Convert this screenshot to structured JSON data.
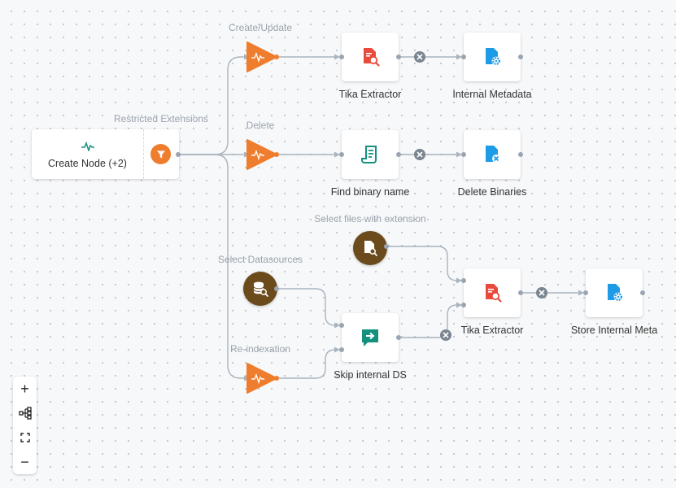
{
  "nodes": {
    "start": {
      "label": "Create Node (+2)",
      "icon": "activity-icon",
      "filter_icon": "filter-icon",
      "accent": "#ef7d2e"
    },
    "tika1": {
      "label": "Tika Extractor",
      "icon": "document-search-icon",
      "color": "#e84a3c"
    },
    "internal_metadata": {
      "label": "Internal Metadata",
      "icon": "document-gear-icon",
      "color": "#1e9be6"
    },
    "find_binary": {
      "label": "Find binary name",
      "icon": "scroll-icon",
      "color": "#14907e"
    },
    "delete_binaries": {
      "label": "Delete Binaries",
      "icon": "document-delete-icon",
      "color": "#1e9be6"
    },
    "skip_internal": {
      "label": "Skip internal DS",
      "icon": "skip-icon",
      "color": "#14907e"
    },
    "tika2": {
      "label": "Tika Extractor",
      "icon": "document-search-icon",
      "color": "#e84a3c"
    },
    "store_internal": {
      "label": "Store Internal Meta",
      "icon": "document-gear-icon",
      "color": "#1e9be6"
    },
    "select_files": {
      "icon": "file-search-icon",
      "color": "#6b4a1c"
    },
    "select_datasources": {
      "icon": "database-search-icon",
      "color": "#6b4a1c"
    }
  },
  "edge_labels": {
    "restricted": "Restricted Extensions",
    "create_update": "Create/Update",
    "delete": "Delete",
    "select_files": "Select files with extension",
    "select_datasources": "Select Datasources",
    "reindexation": "Re-indexation"
  },
  "controls": {
    "zoom_in": "+",
    "layout": "layout-tree-icon",
    "fit": "fit-view-icon",
    "zoom_out": "−"
  },
  "colors": {
    "router": "#ef7d2e",
    "edge": "#a9b4be",
    "port": "#9aa5b1",
    "remove": "#7a8591"
  }
}
